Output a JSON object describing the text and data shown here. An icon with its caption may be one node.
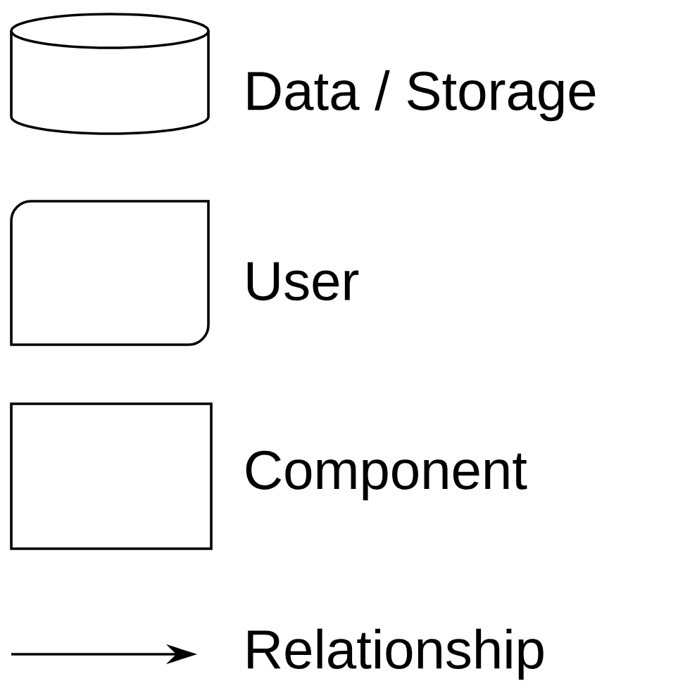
{
  "diagram": {
    "legend": [
      {
        "text": "Data / Storage"
      },
      {
        "text": "User"
      },
      {
        "text": "Component"
      },
      {
        "text": "Relationship"
      }
    ]
  }
}
